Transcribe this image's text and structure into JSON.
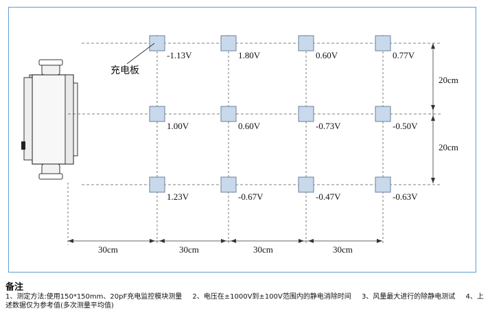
{
  "diagram": {
    "plate_label": "充电板",
    "rows": [
      [
        "-1.13V",
        "1.80V",
        "0.60V",
        "0.77V"
      ],
      [
        "1.00V",
        "0.60V",
        "-0.73V",
        "-0.50V"
      ],
      [
        "1.23V",
        "-0.67V",
        "-0.47V",
        "-0.63V"
      ]
    ],
    "vertical_spacing_labels": [
      "20cm",
      "20cm"
    ],
    "horizontal_spacing_labels": [
      "30cm",
      "30cm",
      "30cm",
      "30cm"
    ]
  },
  "notes": {
    "title": "备注",
    "items": [
      "1、测定方法:使用150*150mm、20pF充电监控模块测量",
      "2、电压在±1000V到±100V范围内的静电消除时间",
      "3、风量最大进行的除静电测试",
      "4、上述数据仅为参考值(多次测量平均值)"
    ]
  },
  "colors": {
    "frame_border": "#5b9bd5",
    "plate_fill": "#c9d9ec",
    "plate_stroke": "#6a7f99",
    "line": "#555555"
  }
}
